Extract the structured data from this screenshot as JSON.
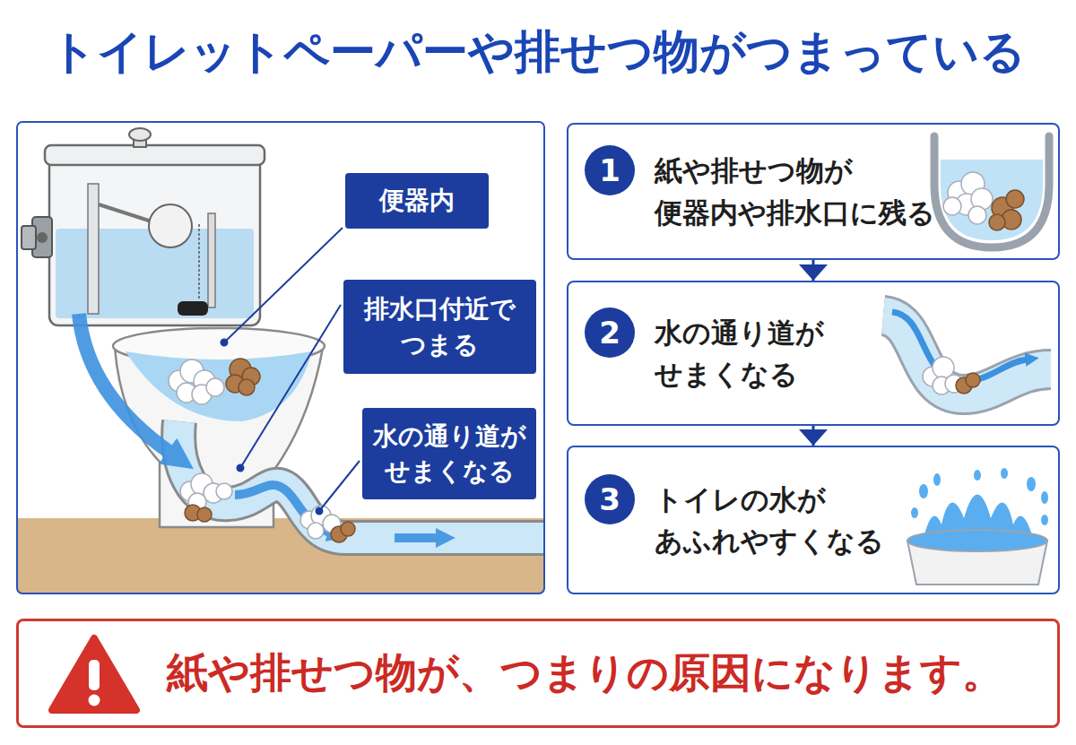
{
  "diagram": {
    "title": "トイレットペーパーや排せつ物がつまっている",
    "nodes": [
      {
        "text": [
          "便器内"
        ]
      },
      {
        "text": [
          "排水口付近で つまる"
        ]
      },
      {
        "text": [
          "水の通り道が せまくなる"
        ]
      },
      {
        "text": [
          "紙や排せつ物が 便器内や排水口に残る"
        ]
      },
      {
        "text": [
          "1"
        ],
        "in": 3
      },
      {
        "text": [
          "水の通り道が せまくなる"
        ]
      },
      {
        "text": [
          "2"
        ],
        "in": 5
      },
      {
        "text": [
          "トイレの水が あふれやすくなる"
        ]
      },
      {
        "text": [
          "3"
        ],
        "in": 7
      },
      {
        "text": [
          "紙や排せつ物が、つまりの原因になります。"
        ]
      }
    ],
    "edges": [
      {
        "from": 3,
        "to": 5,
        "arrow": "to"
      },
      {
        "from": 5,
        "to": 7,
        "arrow": "to"
      }
    ]
  }
}
